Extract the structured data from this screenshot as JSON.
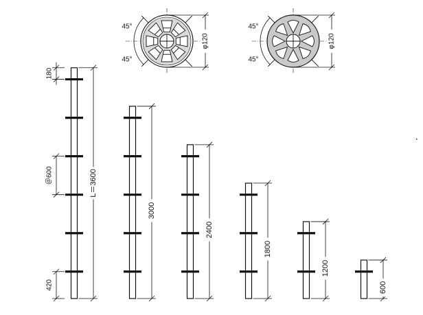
{
  "rosettes": [
    {
      "name": "rosette-square-holes",
      "hole_style": "square",
      "angle_top": "45°",
      "angle_bottom": "45°",
      "diameter_label": "φ120"
    },
    {
      "name": "rosette-wedge-holes",
      "hole_style": "wedge",
      "angle_top": "45°",
      "angle_bottom": "45°",
      "diameter_label": "φ120"
    }
  ],
  "posts": [
    {
      "length_mm": 3600,
      "length_label": "L＝3600",
      "ring_count": 6,
      "top_offset_label": "180",
      "pitch_label": "＠600",
      "bottom_offset_label": "420"
    },
    {
      "length_mm": 3000,
      "length_label": "3000",
      "ring_count": 5
    },
    {
      "length_mm": 2400,
      "length_label": "2400",
      "ring_count": 4
    },
    {
      "length_mm": 1800,
      "length_label": "1800",
      "ring_count": 3
    },
    {
      "length_mm": 1200,
      "length_label": "1200",
      "ring_count": 2
    },
    {
      "length_mm": 600,
      "length_label": "600",
      "ring_count": 1
    }
  ]
}
